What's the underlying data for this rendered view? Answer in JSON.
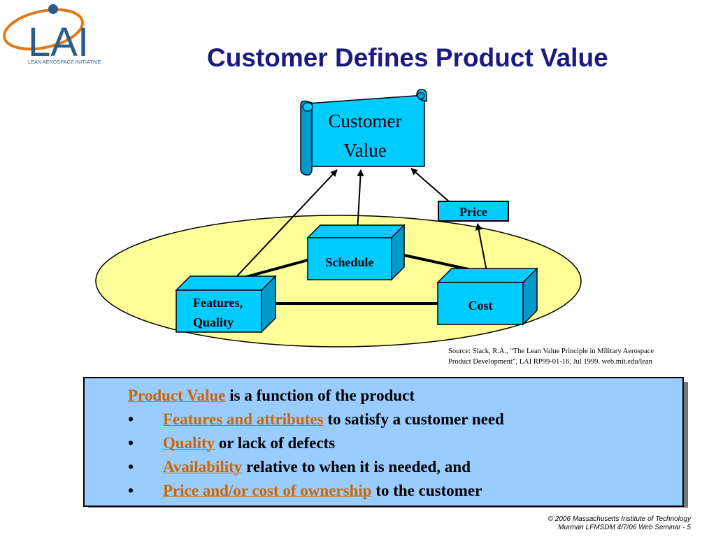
{
  "logo": {
    "letters": "LAI",
    "subtitle": "LEAN AEROSPACE INITIATIVE"
  },
  "title": "Customer Defines Product Value",
  "diagram": {
    "scroll_line1": "Customer",
    "scroll_line2": "Value",
    "price_label": "Price",
    "schedule_label": "Schedule",
    "features_line1": "Features,",
    "features_line2": "Quality",
    "cost_label": "Cost",
    "colors": {
      "box_face": "#00ccff",
      "box_side": "#0099cc",
      "ellipse": "#ffff99"
    }
  },
  "source": {
    "line1": "Source: Slack, R.A., “The Lean Value Principle in Military Aerospace",
    "line2": "Product Development”, LAI RP99-01-16, Jul 1999. web.mit.edu/lean"
  },
  "value_box": {
    "intro_highlight": "Product Value",
    "intro_rest": " is a function of the product",
    "bullet_symbol": "•",
    "items": [
      {
        "highlight": "Features and attributes",
        "rest": " to satisfy a customer need"
      },
      {
        "highlight": "Quality",
        "rest": " or lack of defects"
      },
      {
        "highlight": "Availability",
        "rest": " relative to when it is needed, and"
      },
      {
        "highlight": "Price and/or cost of ownership",
        "rest": " to the customer"
      }
    ]
  },
  "footer": {
    "line1": "© 2006 Massachusetts Institute of Technology",
    "line2": "Murman LFMSDM 4/7/06 Web Seminar  - 5"
  }
}
